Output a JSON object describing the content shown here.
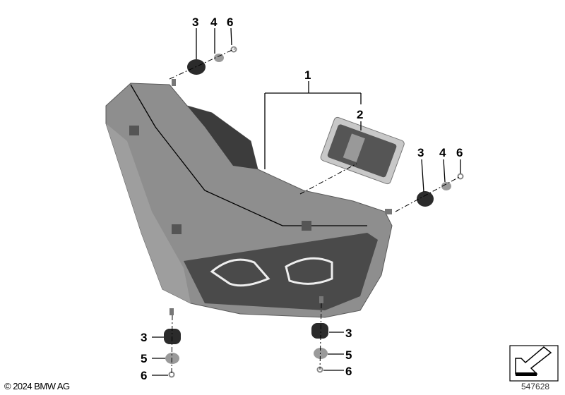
{
  "callouts": {
    "top": [
      "3",
      "4",
      "6"
    ],
    "assembly": "1",
    "control_unit": "2",
    "right": [
      "3",
      "4",
      "6"
    ],
    "bottom_left": [
      "3",
      "5",
      "6"
    ],
    "bottom_right": [
      "3",
      "5",
      "6"
    ]
  },
  "footer": {
    "copyright": "© 2024 BMW AG",
    "diagram_id": "547628"
  },
  "colors": {
    "housing": "#8e8e8e",
    "dark": "#4a4a4a",
    "rubber": "#2b2b2b",
    "washer": "#9a9a9a"
  }
}
